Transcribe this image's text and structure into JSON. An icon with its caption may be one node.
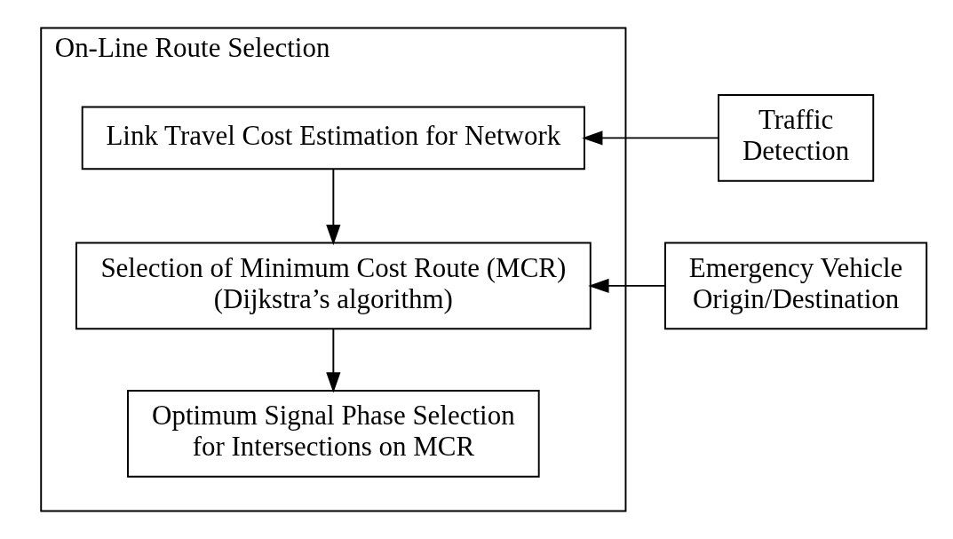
{
  "diagram": {
    "nodes": [
      {
        "text": [
          "On-Line Route Selection"
        ]
      },
      {
        "text": [
          "Traffic Detection"
        ]
      },
      {
        "text": [
          "Link Travel Cost Estimation for Network"
        ],
        "in": 0
      },
      {
        "text": [
          "Emergency Vehicle Origin/Destination"
        ]
      },
      {
        "text": [
          "Selection of Minimum Cost Route (MCR)",
          "(Dijkstra’s algorithm)"
        ],
        "in": 0
      },
      {
        "text": [
          "Optimum Signal Phase Selection for Intersections on MCR"
        ],
        "in": 0
      }
    ],
    "edges": [
      {
        "from": 1,
        "to": 2,
        "arrow": "to"
      },
      {
        "from": 2,
        "to": 4,
        "arrow": "to"
      },
      {
        "from": 3,
        "to": 4,
        "arrow": "to"
      },
      {
        "from": 4,
        "to": 5,
        "arrow": "to"
      }
    ]
  }
}
